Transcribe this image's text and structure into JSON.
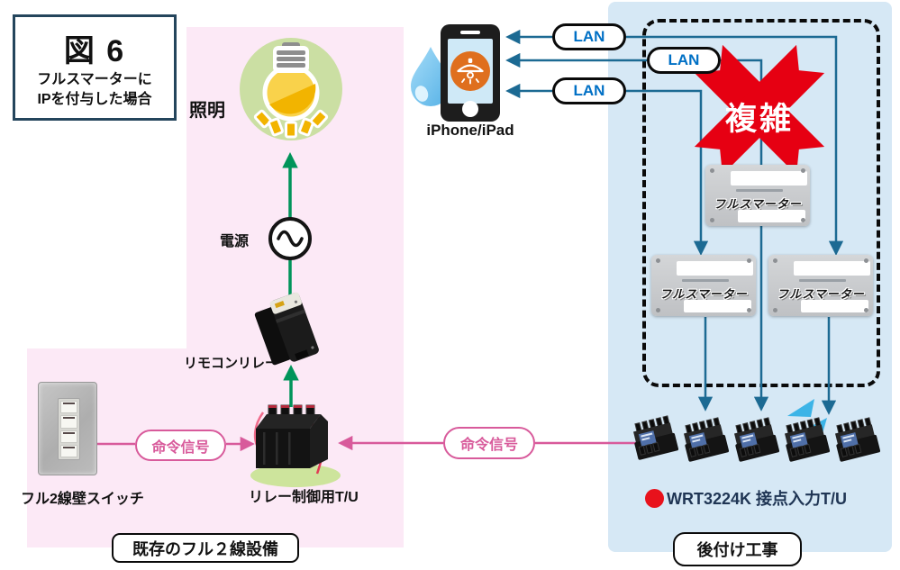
{
  "title_box": {
    "figure": "図 6",
    "line1": "フルスマーターに",
    "line2": "IPを付与した場合"
  },
  "existing": {
    "section_label": "既存のフル２線設備",
    "lighting": "照明",
    "power": "電源",
    "remote_relay": "リモコンリレー",
    "relay_tu": "リレー制御用T/U",
    "wall_switch": "フル2線壁スイッチ",
    "command_signal": "命令信号"
  },
  "retrofit": {
    "section_label": "後付け工事",
    "complex": "複雑",
    "command_signal": "命令信号",
    "lan_labels": [
      "LAN",
      "LAN",
      "LAN"
    ],
    "smarter_devices": [
      "フルスマーター",
      "フルスマーター",
      "フルスマーター"
    ],
    "tu_caption": "WRT3224K 接点入力T/U"
  },
  "phone": {
    "label": "iPhone/iPad"
  },
  "icons": {
    "lighting": "bulb-in-green-circle",
    "power": "circle-with-sine-wave",
    "phone_app": "pendant-lamp",
    "trouble": "water-drop",
    "cross": "red-x",
    "bullet": "red-dot"
  },
  "colors": {
    "pink_region": "#fce9f6",
    "blue_region": "#d6e8f5",
    "line_teal": "#1c6a93",
    "accent_pink": "#d85a9b",
    "arrow_green": "#00945a",
    "cross_red": "#e60012",
    "lan_text": "#0070c5",
    "caption_navy": "#1f3554"
  }
}
